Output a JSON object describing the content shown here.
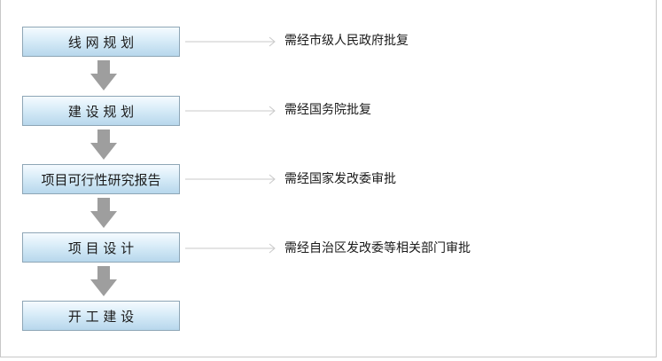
{
  "flow": {
    "steps": [
      {
        "label": "线 网 规 划",
        "approval": "需经市级人民政府批复"
      },
      {
        "label": "建 设 规 划",
        "approval": "需经国务院批复"
      },
      {
        "label": "项目可行性研究报告",
        "approval": "需经国家发改委审批"
      },
      {
        "label": "项 目 设 计",
        "approval": "需经自治区发改委等相关部门审批"
      },
      {
        "label": "开 工 建 设",
        "approval": ""
      }
    ]
  },
  "colors": {
    "box_border": "#8ea6b6",
    "box_top": "#f5fbff",
    "box_bottom": "#b7d7ec",
    "arrow": "#9e9e9e",
    "connector": "#c9c9c9"
  }
}
